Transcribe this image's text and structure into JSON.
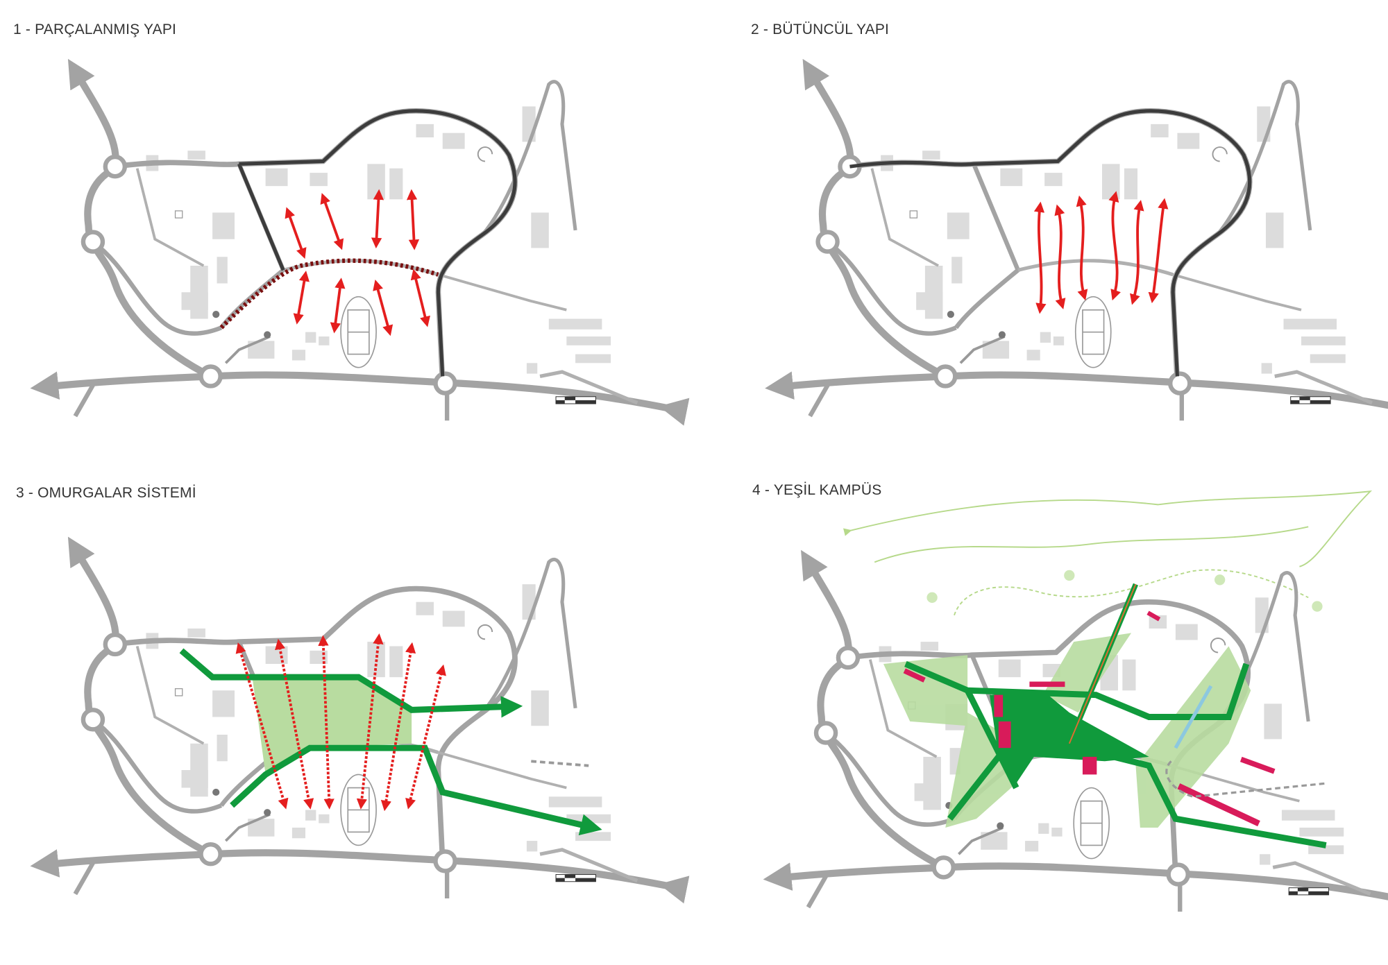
{
  "panels": [
    {
      "title": "1 - PARÇALANMIŞ YAPI"
    },
    {
      "title": "2 - BÜTÜNCÜL YAPI"
    },
    {
      "title": "3 - OMURGALAR SİSTEMİ"
    },
    {
      "title": "4 - YEŞİL KAMPÜS"
    }
  ],
  "colors": {
    "road": "#a3a3a3",
    "ring_dark": "#3c3c3c",
    "arrow_red": "#e41e1e",
    "spine_green": "#109a3c",
    "area_green": "#b8dca0",
    "building_pink": "#d81b5a",
    "trail_green": "#b6d98a",
    "building_gray": "#dcdcdc"
  }
}
